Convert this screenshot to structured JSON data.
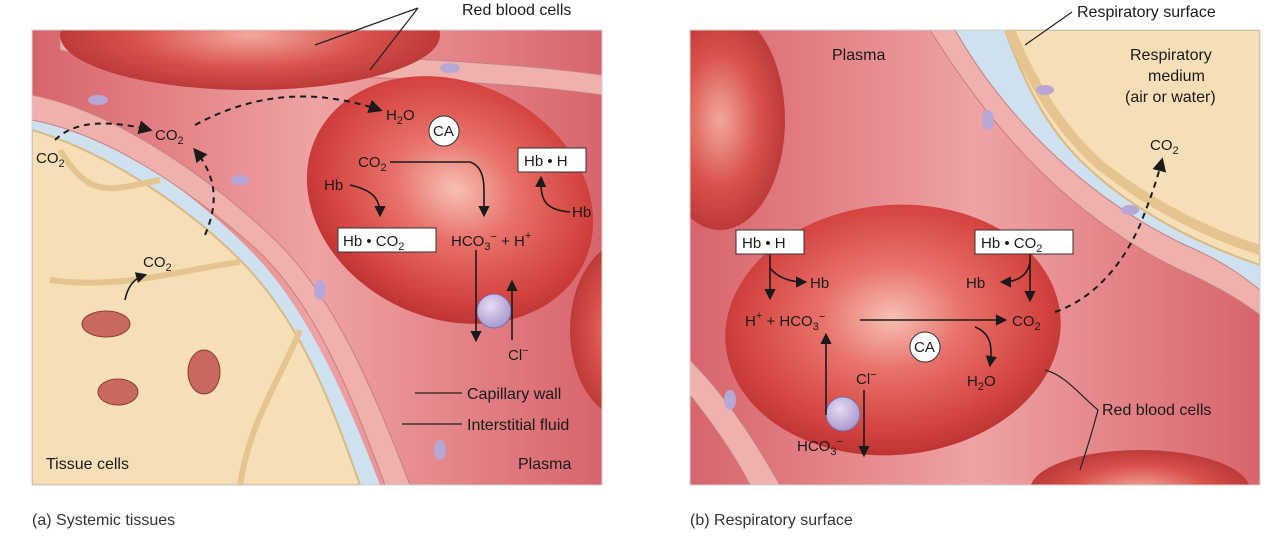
{
  "panel_a": {
    "caption_letter": "(a)",
    "caption_text": "Systemic tissues",
    "label_rbc": "Red blood cells",
    "label_capillary_wall": "Capillary wall",
    "label_interstitial": "Interstitial fluid",
    "label_tissue_cells": "Tissue cells",
    "label_plasma": "Plasma",
    "co2_tissue": "CO",
    "co2_interstitial": "CO",
    "co2_capillary": "CO",
    "co2_rbc": "CO",
    "h2o": "H",
    "h2o_tail": "O",
    "ca": "CA",
    "hb_left": "Hb",
    "hb_right": "Hb",
    "hb_co2_box_head": "Hb • CO",
    "hb_h_box": "Hb • H",
    "hco3_head": "HCO",
    "hco3_tail": " + H",
    "cl": "Cl",
    "sub2": "2",
    "sub3": "3",
    "sup_minus": "−",
    "sup_plus": "+"
  },
  "panel_b": {
    "caption_letter": "(b)",
    "caption_text": "Respiratory surface",
    "label_resp_surface": "Respiratory surface",
    "label_resp_medium_1": "Respiratory",
    "label_resp_medium_2": "medium",
    "label_resp_medium_3": "(air or water)",
    "label_plasma": "Plasma",
    "label_rbc": "Red blood cells",
    "co2_out": "CO",
    "co2_rbc": "CO",
    "hb_h_box": "Hb • H",
    "hb_co2_box_head": "Hb • CO",
    "hb_left": "Hb",
    "hb_right": "Hb",
    "h_plus_head": "H",
    "hco3_mid": " + HCO",
    "ca": "CA",
    "h2o": "H",
    "h2o_tail": "O",
    "cl": "Cl",
    "hco3_bottom": "HCO",
    "sub2": "2",
    "sub3": "3",
    "sup_minus": "−",
    "sup_plus": "+"
  },
  "colors": {
    "plasma": "#d9727a",
    "rbc": "#cf3b3a",
    "tissue": "#f6dfb6",
    "interstitial": "#cfe0ef",
    "capillary_wall": "#eeb1ae",
    "nucleus": "#b8a7d6"
  }
}
